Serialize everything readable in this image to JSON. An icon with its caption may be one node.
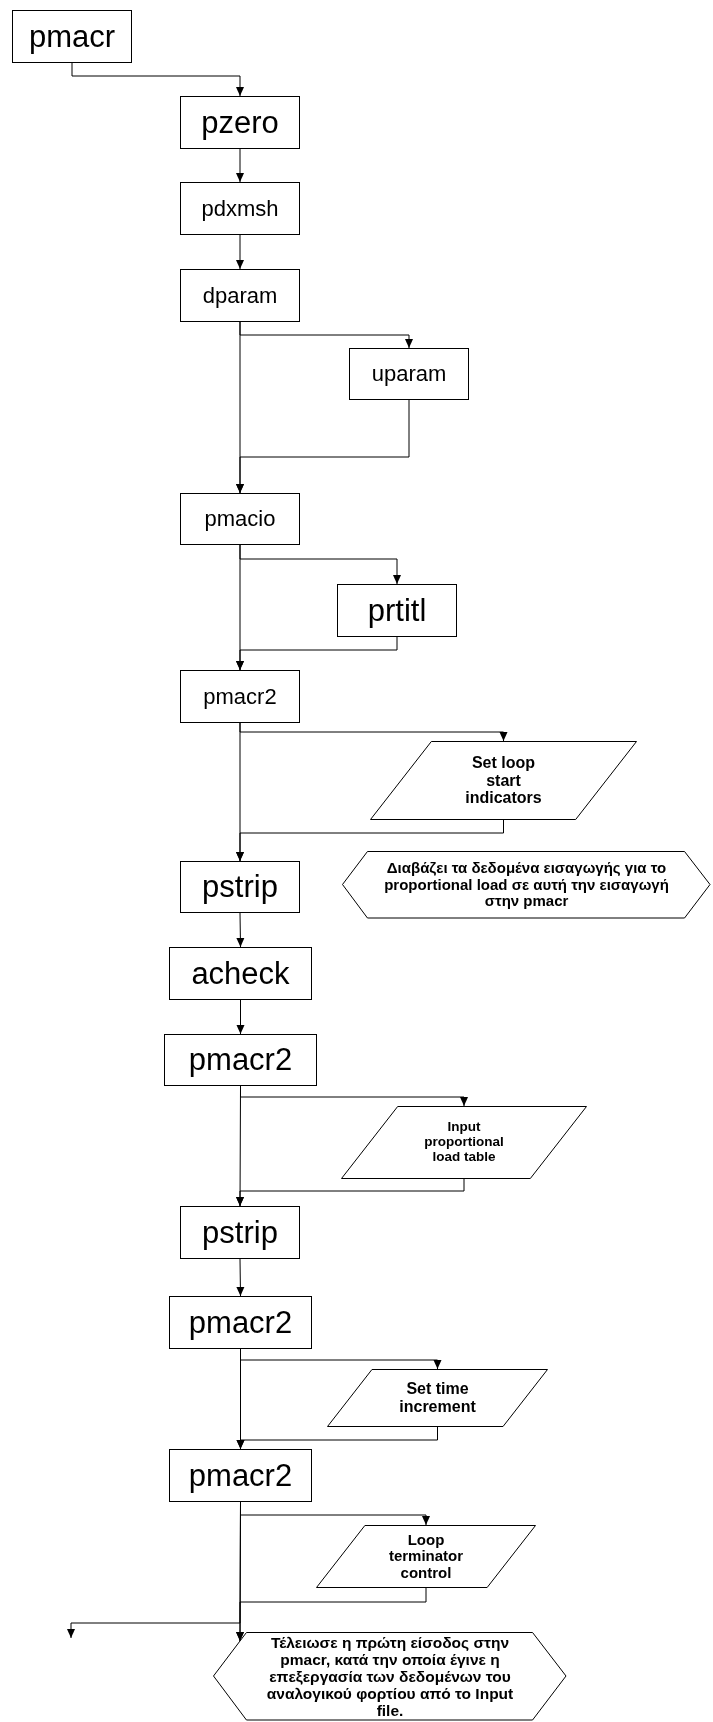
{
  "diagram": {
    "nodes": [
      {
        "text": [
          "pmacr"
        ]
      },
      {
        "text": [
          "pzero"
        ]
      },
      {
        "text": [
          "pdxmsh"
        ]
      },
      {
        "text": [
          "dparam"
        ]
      },
      {
        "text": [
          "uparam"
        ]
      },
      {
        "text": [
          "pmacio"
        ]
      },
      {
        "text": [
          "prtitl"
        ]
      },
      {
        "text": [
          "pmacr2"
        ]
      },
      {
        "text": [
          "Set loop start indicators"
        ]
      },
      {
        "text": [
          "pstrip"
        ]
      },
      {
        "text": [
          "Διαβάζει τα δεδομένα εισαγωγής για το proportional load σε αυτή την εισαγωγή στην pmacr"
        ]
      },
      {
        "text": [
          "acheck"
        ]
      },
      {
        "text": [
          "pmacr2"
        ]
      },
      {
        "text": [
          "Input proportional load table"
        ]
      },
      {
        "text": [
          "pstrip"
        ]
      },
      {
        "text": [
          "pmacr2"
        ]
      },
      {
        "text": [
          "Set time increment"
        ]
      },
      {
        "text": [
          "pmacr2"
        ]
      },
      {
        "text": [
          "Loop terminator control"
        ]
      },
      {
        "text": [
          "Τέλειωσε η πρώτη είσοδος στην pmacr, κατά την οποία έγινε η επεξεργασία των δεδομένων του αναλογικού φορτίου από το Input file."
        ]
      }
    ],
    "edges": [
      {
        "from": 0,
        "to": 1,
        "arrow": "to"
      },
      {
        "from": 1,
        "to": 2,
        "arrow": "to"
      },
      {
        "from": 2,
        "to": 3,
        "arrow": "to"
      },
      {
        "from": 3,
        "to": 4,
        "arrow": "to"
      },
      {
        "from": 4,
        "to": 5,
        "arrow": "to"
      },
      {
        "from": 3,
        "to": 5,
        "arrow": "to"
      },
      {
        "from": 5,
        "to": 6,
        "arrow": "to"
      },
      {
        "from": 6,
        "to": 7,
        "arrow": "to"
      },
      {
        "from": 5,
        "to": 7,
        "arrow": "to"
      },
      {
        "from": 7,
        "to": 8,
        "arrow": "to"
      },
      {
        "from": 8,
        "to": 9,
        "arrow": "to"
      },
      {
        "from": 7,
        "to": 9,
        "arrow": "to"
      },
      {
        "from": 9,
        "to": 11,
        "arrow": "to"
      },
      {
        "from": 11,
        "to": 12,
        "arrow": "to"
      },
      {
        "from": 12,
        "to": 13,
        "arrow": "to"
      },
      {
        "from": 13,
        "to": 14,
        "arrow": "to"
      },
      {
        "from": 12,
        "to": 14,
        "arrow": "to"
      },
      {
        "from": 14,
        "to": 15,
        "arrow": "to"
      },
      {
        "from": 15,
        "to": 16,
        "arrow": "to"
      },
      {
        "from": 16,
        "to": 17,
        "arrow": "to"
      },
      {
        "from": 15,
        "to": 17,
        "arrow": "to"
      },
      {
        "from": 17,
        "to": 18,
        "arrow": "to"
      },
      {
        "from": 18,
        "to": 19,
        "arrow": "to"
      },
      {
        "from": 17,
        "to": 19,
        "arrow": "to"
      },
      {
        "from": 17,
        "to": null,
        "arrow": "to"
      }
    ]
  }
}
